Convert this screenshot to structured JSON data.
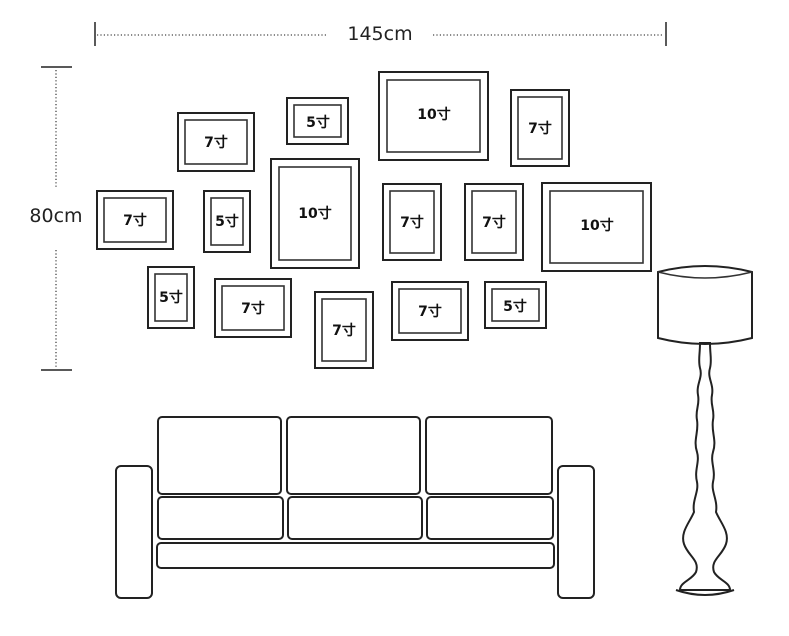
{
  "dimensions": {
    "width_label": "145cm",
    "height_label": "80cm"
  },
  "frames": [
    {
      "label": "5寸",
      "size": "5"
    },
    {
      "label": "10寸",
      "size": "10"
    },
    {
      "label": "7寸",
      "size": "7"
    },
    {
      "label": "7寸",
      "size": "7"
    },
    {
      "label": "7寸",
      "size": "7"
    },
    {
      "label": "5寸",
      "size": "5"
    },
    {
      "label": "10寸",
      "size": "10"
    },
    {
      "label": "7寸",
      "size": "7"
    },
    {
      "label": "7寸",
      "size": "7"
    },
    {
      "label": "10寸",
      "size": "10"
    },
    {
      "label": "5寸",
      "size": "5"
    },
    {
      "label": "7寸",
      "size": "7"
    },
    {
      "label": "7寸",
      "size": "7"
    },
    {
      "label": "7寸",
      "size": "7"
    },
    {
      "label": "5寸",
      "size": "5"
    }
  ],
  "colors": {
    "line": "#222222",
    "background": "#ffffff"
  }
}
